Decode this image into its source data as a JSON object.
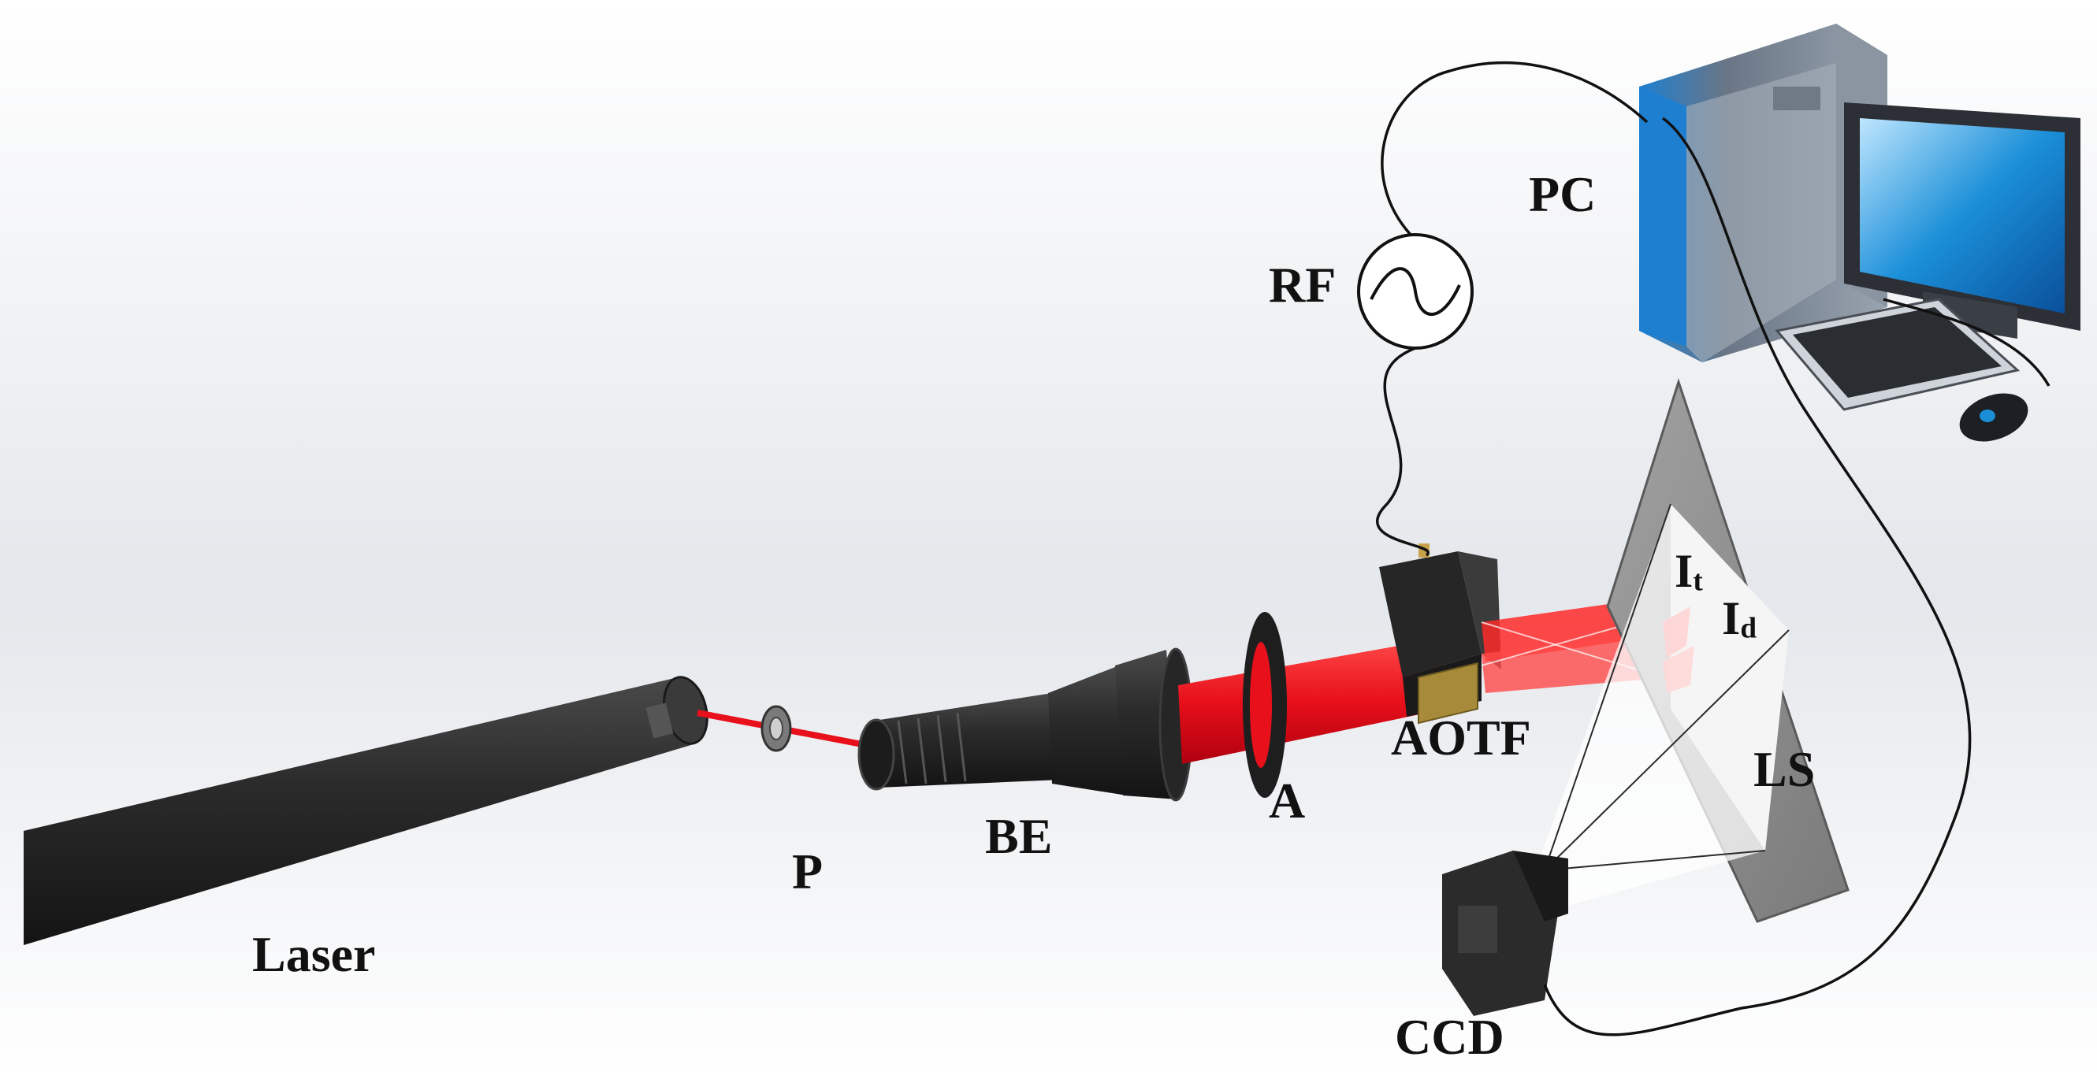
{
  "labels": {
    "laser": "Laser",
    "polarizer": "P",
    "beam_expander": "BE",
    "aperture": "A",
    "aotf": "AOTF",
    "rf": "RF",
    "pc": "PC",
    "light_screen": "LS",
    "ccd": "CCD",
    "transmitted_main": "I",
    "transmitted_sub": "t",
    "diffracted_main": "I",
    "diffracted_sub": "d"
  },
  "colors": {
    "beam": "#e8101a",
    "body_dark": "#2e2e2e",
    "screen": "#8f8f8f",
    "pc_blue": "#1a8fd8"
  }
}
